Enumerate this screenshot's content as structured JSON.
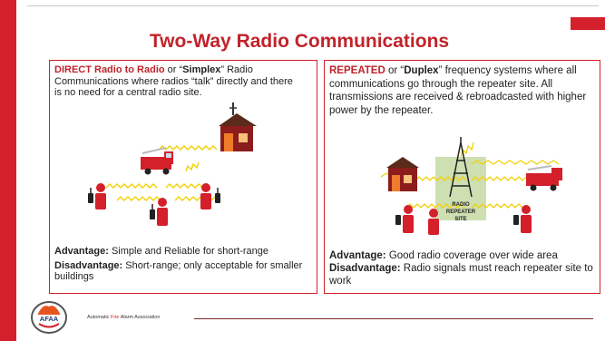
{
  "slide": {
    "title": "Two-Way Radio Communications",
    "colors": {
      "accent": "#d3202a",
      "title": "#c0232b"
    }
  },
  "left_panel": {
    "heading": "DIRECT Radio to Radio",
    "text_or": " or “",
    "term": "Simplex",
    "text_rest": "” Radio Communications where radios “talk” directly and there is no need for a central radio site.",
    "advantage_label": "Advantage:",
    "advantage_text": " Simple and Reliable for short-range",
    "disadvantage_label": "Disadvantage:",
    "disadvantage_text": " Short-range; only acceptable for smaller buildings"
  },
  "right_panel": {
    "heading": "REPEATED",
    "text_or": " or “",
    "term": "Duplex",
    "text_rest": "” frequency systems where all communications go through the repeater site. All transmissions are received & rebroadcasted with higher power by the repeater.",
    "site_label_1": "RADIO",
    "site_label_2": "REPEATER",
    "site_label_3": "SITE",
    "advantage_label": "Advantage:",
    "advantage_text": " Good radio coverage over wide area",
    "disadvantage_label": "Disadvantage:",
    "disadvantage_text": " Radio signals must reach repeater site to work"
  },
  "footer": {
    "logo_text": "AFAA",
    "org_prefix": "Automatic ",
    "org_fire": "Fire",
    "org_suffix": " Alarm Association"
  }
}
